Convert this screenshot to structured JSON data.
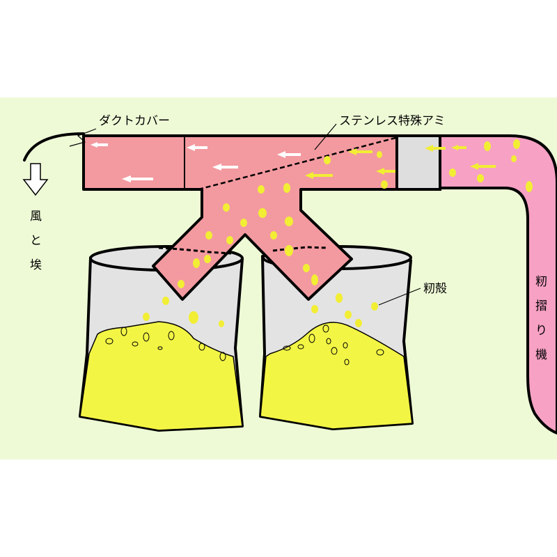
{
  "labels": {
    "duct_cover": "ダクトカバー",
    "stainless_mesh": "ステンレス特殊アミ",
    "rice_husk": "籾殻",
    "wind_and_dust": [
      "風",
      "と",
      "埃"
    ],
    "husker": [
      "籾",
      "摺",
      "り",
      "機"
    ]
  },
  "colors": {
    "background": "#eefad6",
    "duct": "#f39aa0",
    "pipe": "#f7a1c4",
    "filter": "#dedede",
    "bag_top": "#e3e3e3",
    "husk_pile": "#f3f545",
    "particle": "#f2ee34",
    "outline": "#000000",
    "air_arrow": "#ffffff"
  }
}
